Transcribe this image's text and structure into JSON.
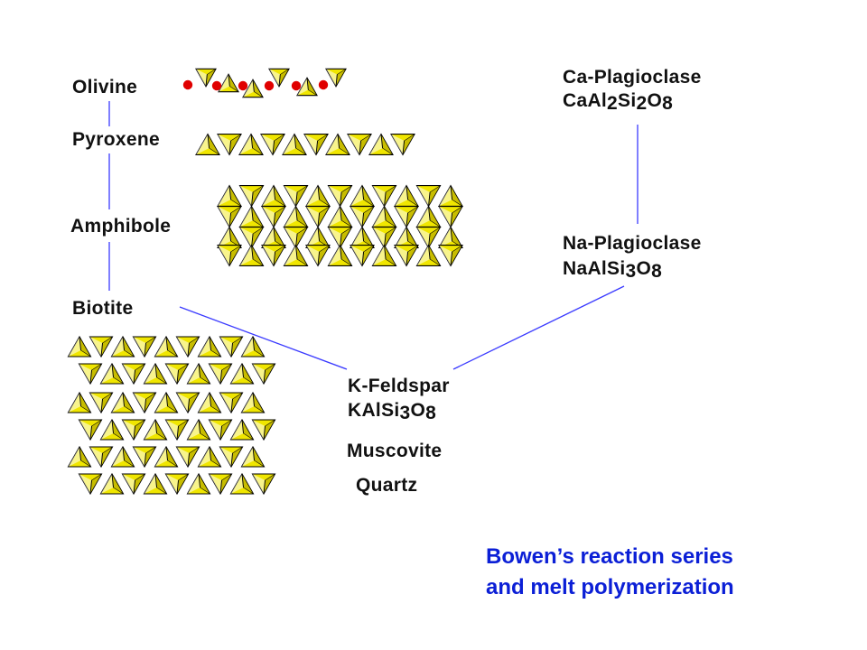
{
  "labels": {
    "olivine": "Olivine",
    "pyroxene": "Pyroxene",
    "amphibole": "Amphibole",
    "biotite": "Biotite",
    "ca_plagioclase": "Ca-Plagioclase",
    "na_plagioclase": "Na-Plagioclase",
    "k_feldspar": "K-Feldspar",
    "muscovite": "Muscovite",
    "quartz": "Quartz"
  },
  "formulas": {
    "ca_plagioclase": {
      "a": "CaAl",
      "b": "2",
      "c": "Si",
      "d": "2",
      "e": "O",
      "f": "8"
    },
    "na_plagioclase": {
      "a": "NaAlSi",
      "b": "3",
      "c": "O",
      "d": "8"
    },
    "k_feldspar": {
      "a": "KAlSi",
      "b": "3",
      "c": "O",
      "d": "8"
    }
  },
  "caption": {
    "line1": "Bowen’s reaction series",
    "line2": "and melt polymerization"
  },
  "colors": {
    "connector": "#3a3aff",
    "tetrahedron_fill": "#f0e600",
    "tetrahedron_shadow": "#c8bd00",
    "tetrahedron_face": "#ffffff",
    "cation": "#e00000",
    "caption": "#0b1fd6"
  }
}
